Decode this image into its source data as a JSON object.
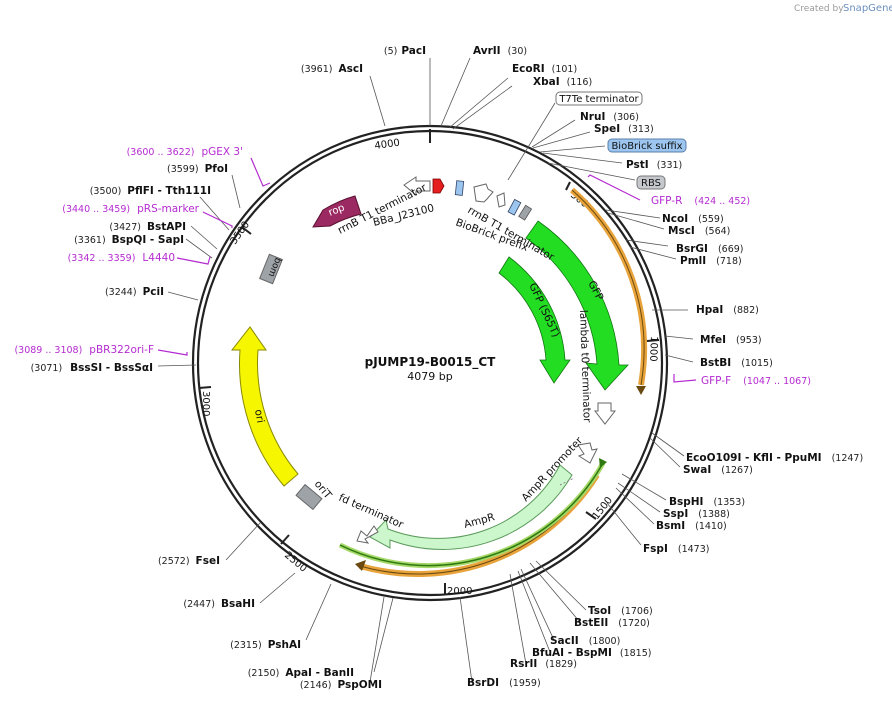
{
  "credit": {
    "created_by": "Created by",
    "brand": "SnapGene"
  },
  "plasmid": {
    "name": "pJUMP19-B0015_CT",
    "length": "4079 bp"
  },
  "ticks": [
    "1000",
    "1500",
    "2000",
    "2500",
    "3000",
    "3500",
    "4000",
    "500"
  ],
  "sites": [
    {
      "id": "ascI",
      "name": "AscI",
      "pos": "(3961)"
    },
    {
      "id": "paci",
      "name": "PacI",
      "pos": "(5)"
    },
    {
      "id": "avrii",
      "name": "AvrII",
      "pos": "(30)"
    },
    {
      "id": "ecori",
      "name": "EcoRI",
      "pos": "(101)"
    },
    {
      "id": "xbai",
      "name": "XbaI",
      "pos": "(116)"
    },
    {
      "id": "nrui",
      "name": "NruI",
      "pos": "(306)"
    },
    {
      "id": "spei",
      "name": "SpeI",
      "pos": "(313)"
    },
    {
      "id": "psti",
      "name": "PstI",
      "pos": "(331)"
    },
    {
      "id": "ncoi",
      "name": "NcoI",
      "pos": "(559)"
    },
    {
      "id": "msci",
      "name": "MscI",
      "pos": "(564)"
    },
    {
      "id": "bsrgi",
      "name": "BsrGI",
      "pos": "(669)"
    },
    {
      "id": "pmli",
      "name": "PmlI",
      "pos": "(718)"
    },
    {
      "id": "hpai",
      "name": "HpaI",
      "pos": "(882)"
    },
    {
      "id": "mfei",
      "name": "MfeI",
      "pos": "(953)"
    },
    {
      "id": "bstbi",
      "name": "BstBI",
      "pos": "(1015)"
    },
    {
      "id": "ecoo109i",
      "name": "EcoO109I - KflI - PpuMI",
      "pos": "(1247)"
    },
    {
      "id": "swai",
      "name": "SwaI",
      "pos": "(1267)"
    },
    {
      "id": "bsphi",
      "name": "BspHI",
      "pos": "(1353)"
    },
    {
      "id": "sspi",
      "name": "SspI",
      "pos": "(1388)"
    },
    {
      "id": "bsmi",
      "name": "BsmI",
      "pos": "(1410)"
    },
    {
      "id": "fspi",
      "name": "FspI",
      "pos": "(1473)"
    },
    {
      "id": "tsoi",
      "name": "TsoI",
      "pos": "(1706)"
    },
    {
      "id": "bsteii",
      "name": "BstEII",
      "pos": "(1720)"
    },
    {
      "id": "sacii",
      "name": "SacII",
      "pos": "(1800)"
    },
    {
      "id": "bfuai",
      "name": "BfuAI - BspMI",
      "pos": "(1815)"
    },
    {
      "id": "rsrii",
      "name": "RsrII",
      "pos": "(1829)"
    },
    {
      "id": "bsrdi",
      "name": "BsrDI",
      "pos": "(1959)"
    },
    {
      "id": "pspomi",
      "name": "PspOMI",
      "pos": "(2146)"
    },
    {
      "id": "apai",
      "name": "ApaI - BanII",
      "pos": "(2150)"
    },
    {
      "id": "pshai",
      "name": "PshAI",
      "pos": "(2315)"
    },
    {
      "id": "bsahi",
      "name": "BsaHI",
      "pos": "(2447)"
    },
    {
      "id": "fsei",
      "name": "FseI",
      "pos": "(2572)"
    },
    {
      "id": "bsssi",
      "name": "BssSI - BssSαI",
      "pos": "(3071)"
    },
    {
      "id": "pcii",
      "name": "PciI",
      "pos": "(3244)"
    },
    {
      "id": "bspqi",
      "name": "BspQI - SapI",
      "pos": "(3361)"
    },
    {
      "id": "bstapi",
      "name": "BstAPI",
      "pos": "(3427)"
    },
    {
      "id": "pflfi",
      "name": "PflFI - Tth111I",
      "pos": "(3500)"
    },
    {
      "id": "pfoi",
      "name": "PfoI",
      "pos": "(3599)"
    }
  ],
  "primers": [
    {
      "id": "pgex3",
      "name": "pGEX 3'",
      "range": "(3600 .. 3622)"
    },
    {
      "id": "prs",
      "name": "pRS-marker",
      "range": "(3440 .. 3459)"
    },
    {
      "id": "l4440",
      "name": "L4440",
      "range": "(3342 .. 3359)"
    },
    {
      "id": "pbr322",
      "name": "pBR322ori-F",
      "range": "(3089 .. 3108)"
    },
    {
      "id": "gfpr",
      "name": "GFP-R",
      "range": "(424 .. 452)"
    },
    {
      "id": "gfpf",
      "name": "GFP-F",
      "range": "(1047 .. 1067)"
    }
  ],
  "boxed_labels": {
    "t7te": "T7Te terminator",
    "biobrick_suffix": "BioBrick suffix",
    "rbs": "RBS"
  },
  "features": {
    "rop": "rop",
    "bom": "bom",
    "ori": "ori",
    "orit": "oriT",
    "fd": "fd terminator",
    "ampr": "AmpR",
    "ampr_promoter": "AmpR promoter",
    "gfp": "GFP",
    "gfp_s65t": "GFP (S65T)",
    "lambda": "lambda t0 terminator",
    "rrnb_out": "rrnB T1 terminator",
    "bba": "BBa_J23100",
    "rrnb_in": "rrnB T1 terminator",
    "biobrick_prefix": "BioBrick prefix"
  },
  "colors": {
    "gfp": "#22dd22",
    "orf": "#e8a33a",
    "ampr": "#ccf7cc",
    "ampr_orf": "#2e9a1e",
    "ori": "#f6f600",
    "rop": "#9c2a62",
    "grey": "#9ea3a8",
    "prom_red": "#e51f1f",
    "rbs_blue": "#9cc6ef",
    "primer": "#b52bd1"
  }
}
